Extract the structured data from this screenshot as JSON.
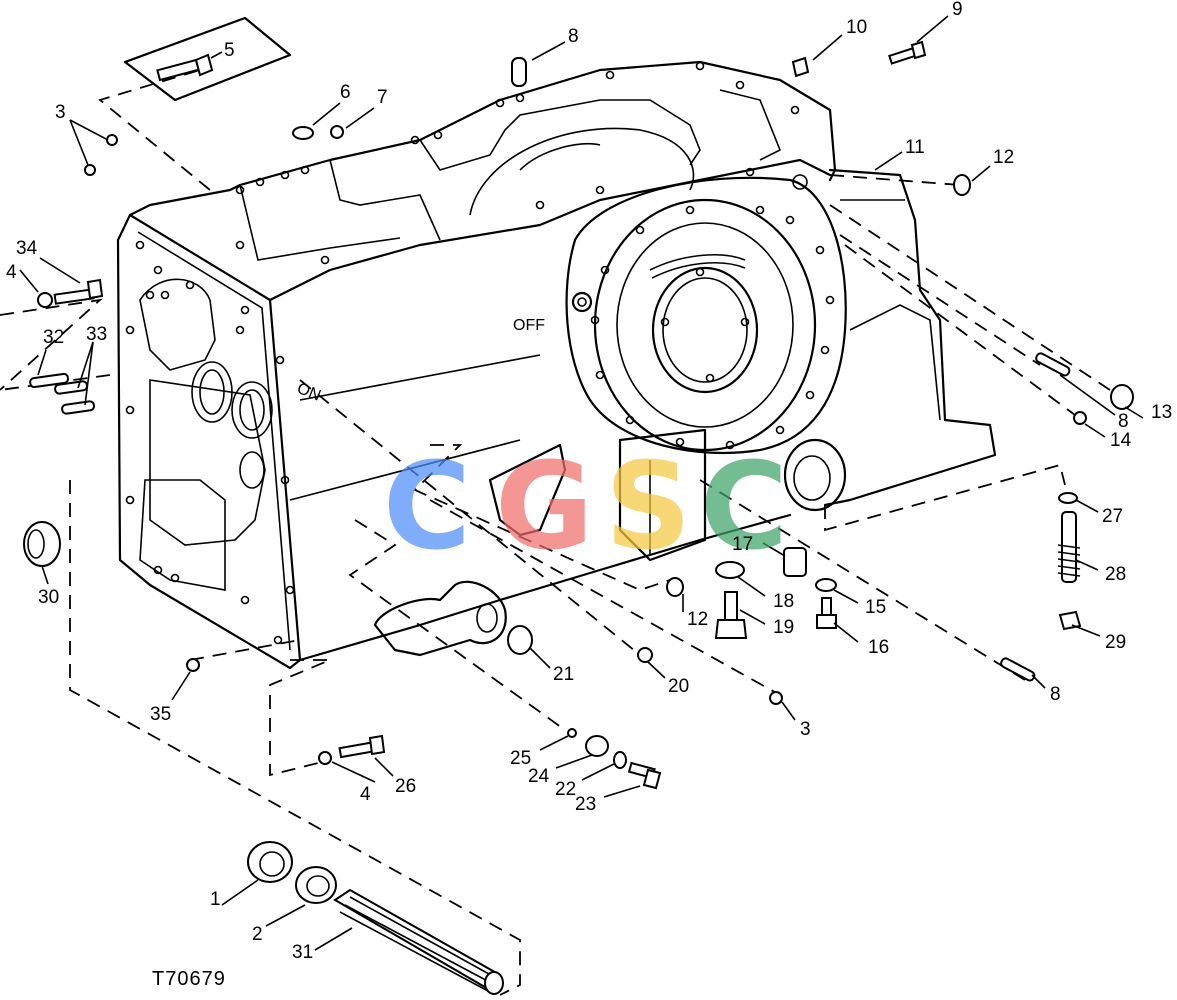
{
  "figure": {
    "reference": "T70679",
    "labels": {
      "on": "ON",
      "off": "OFF"
    },
    "watermark": {
      "letters": [
        {
          "char": "C",
          "color": "#4f8ef7"
        },
        {
          "char": "G",
          "color": "#ef6f6c"
        },
        {
          "char": "S",
          "color": "#f5c842"
        },
        {
          "char": "C",
          "color": "#3fa46a"
        }
      ]
    },
    "callouts": [
      "1",
      "2",
      "3",
      "3",
      "4",
      "4",
      "5",
      "6",
      "7",
      "8",
      "8",
      "8",
      "9",
      "10",
      "11",
      "12",
      "12",
      "13",
      "14",
      "15",
      "16",
      "17",
      "18",
      "19",
      "20",
      "21",
      "22",
      "23",
      "24",
      "25",
      "26",
      "27",
      "28",
      "29",
      "30",
      "31",
      "32",
      "33",
      "34",
      "35"
    ]
  }
}
